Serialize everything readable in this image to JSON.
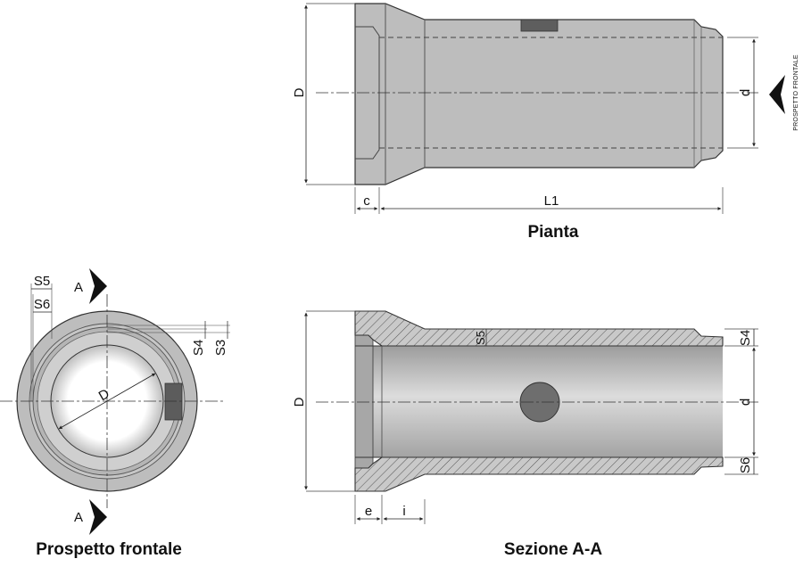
{
  "plan_view": {
    "title": "Pianta",
    "dims": {
      "D": "D",
      "d": "d",
      "c": "c",
      "L1": "L1"
    },
    "front_arrow_label": "PROSPETTO FRONTALE"
  },
  "front_view": {
    "title": "Prospetto frontale",
    "dims": {
      "S5": "S5",
      "S6": "S6",
      "S4": "S4",
      "S3": "S3",
      "D": "D"
    },
    "section_marker_top": "A",
    "section_marker_bottom": "A"
  },
  "section_view": {
    "title": "Sezione A-A",
    "dims": {
      "D": "D",
      "d": "d",
      "S5": "S5",
      "S4": "S4",
      "S6": "S6",
      "e": "e",
      "i": "i"
    }
  },
  "colors": {
    "concrete": "#bdbdbd",
    "concrete_dark": "#9a9a9a",
    "bore": "#d4d4d4",
    "hole": "#6e6e6e",
    "line": "#222222"
  }
}
